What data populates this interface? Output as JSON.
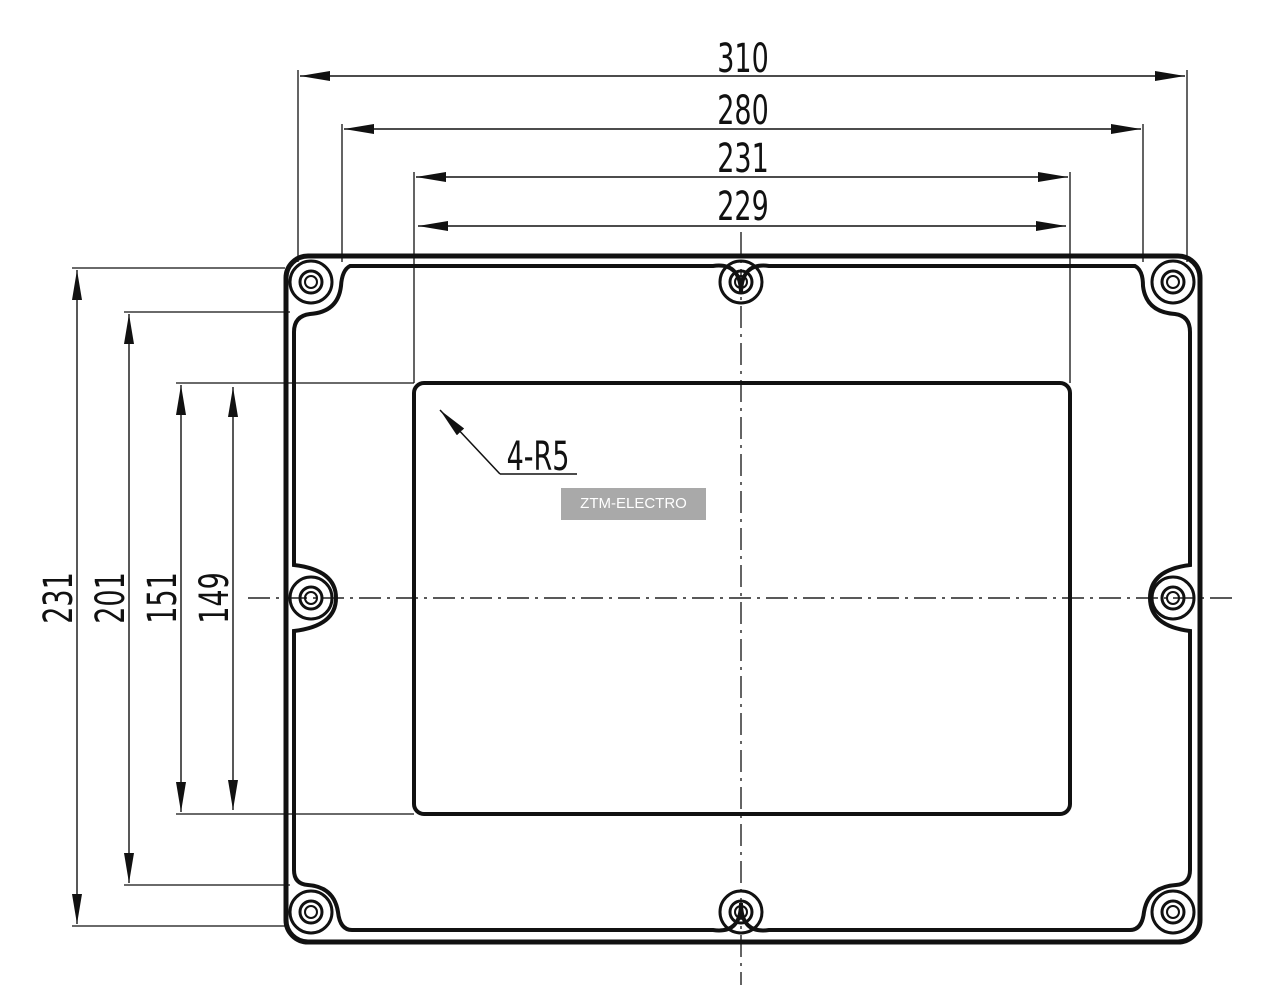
{
  "dimensions": {
    "width_outer": "310",
    "width_flange": "280",
    "width_lid_outer": "231",
    "width_lid_inner": "229",
    "height_outer": "231",
    "height_flange": "201",
    "height_lid_outer": "151",
    "height_lid_inner": "149"
  },
  "callout": {
    "corner_radius": "4-R5"
  },
  "watermark": {
    "text": "ZTM-ELECTRO"
  },
  "colors": {
    "line": "#111111",
    "watermark_bg": "#a9a9a9"
  }
}
